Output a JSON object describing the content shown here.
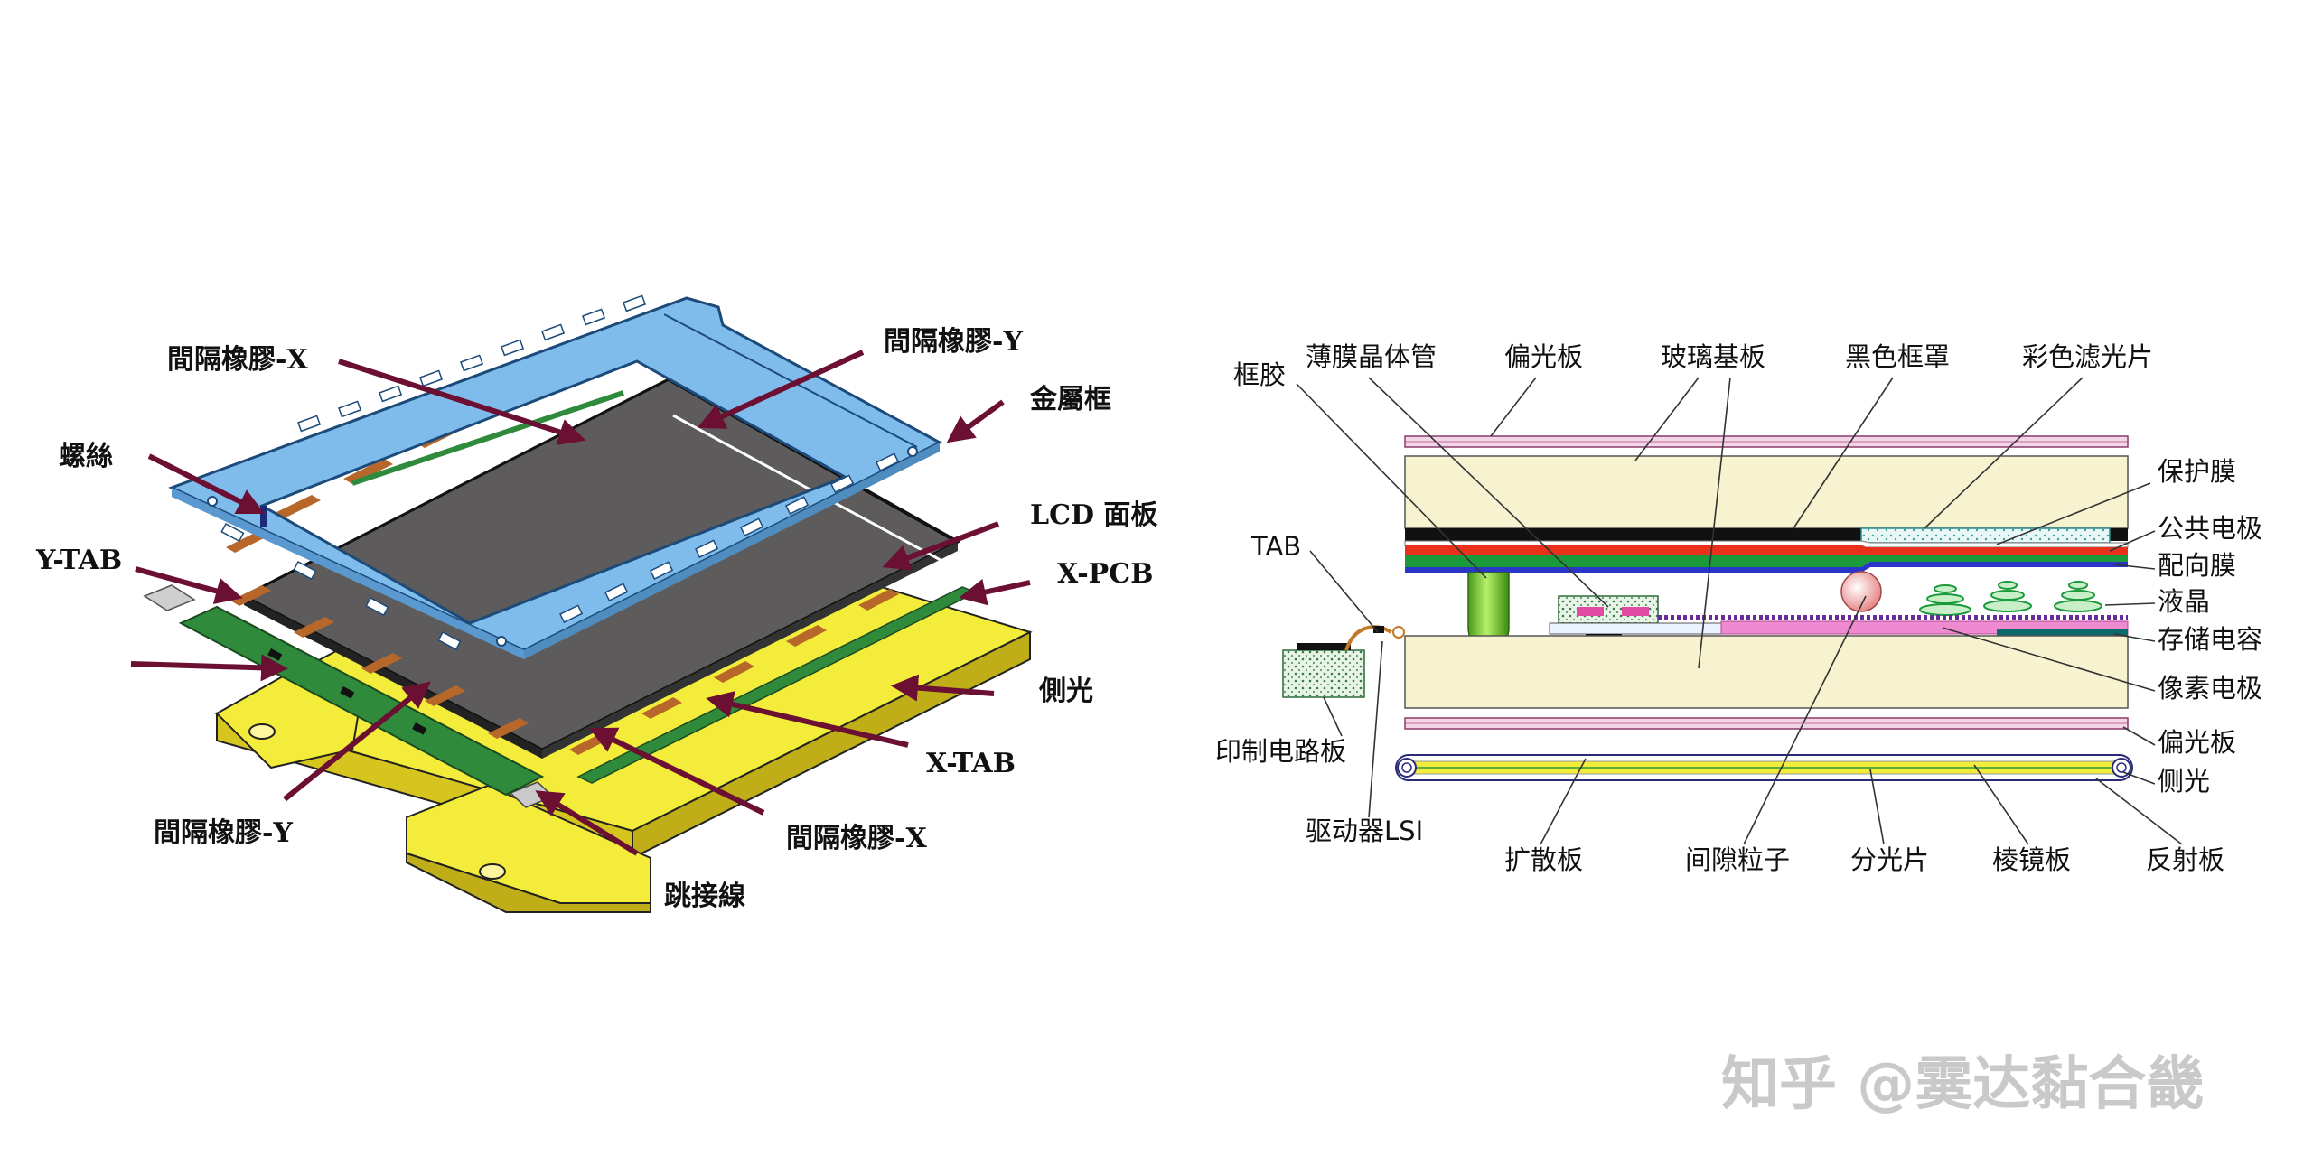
{
  "left_diagram": {
    "labels": {
      "spacer_x_top": "間隔橡膠-X",
      "spacer_y_top": "間隔橡膠-Y",
      "metal_frame": "金屬框",
      "screw": "螺絲",
      "lcd_panel": "LCD 面板",
      "y_tab": "Y-TAB",
      "x_pcb": "X-PCB",
      "side_light": "側光",
      "x_tab": "X-TAB",
      "spacer_y_bottom": "間隔橡膠-Y",
      "spacer_x_bottom": "間隔橡膠-X",
      "jumper": "跳接線"
    }
  },
  "right_diagram": {
    "labels": {
      "frame_glue": "框胶",
      "tft": "薄膜晶体管",
      "polarizer_top": "偏光板",
      "glass_substrate": "玻璃基板",
      "black_matrix": "黑色框罩",
      "color_filter": "彩色滤光片",
      "protective_film": "保护膜",
      "common_electrode": "公共电极",
      "alignment_film": "配向膜",
      "liquid_crystal": "液晶",
      "storage_capacitor": "存储电容",
      "pixel_electrode": "像素电极",
      "polarizer_bottom": "偏光板",
      "side_light": "侧光",
      "tab": "TAB",
      "pcb": "印制电路板",
      "driver_lsi": "驱动器LSI",
      "diffuser": "扩散板",
      "spacer_particle": "间隙粒子",
      "light_splitter": "分光片",
      "prism_sheet": "棱镜板",
      "reflector": "反射板"
    }
  },
  "watermark": "知乎 @霙达黏合畿",
  "colors": {
    "frame_blue": "#7fbcec",
    "panel_gray": "#5d5b5b",
    "backlight_yellow": "#f3ec3a",
    "pcb_green": "#2f8a3c",
    "tab_brown": "#b8672b",
    "arrow": "#6b1032",
    "glass": "#f7f2cf",
    "common_red": "#e8301a",
    "alignment_green": "#1a9a3a",
    "alignment_blue": "#2a36c8",
    "cf_cyan": "#9fe0e0",
    "pixel_pink": "#f08ad0"
  }
}
